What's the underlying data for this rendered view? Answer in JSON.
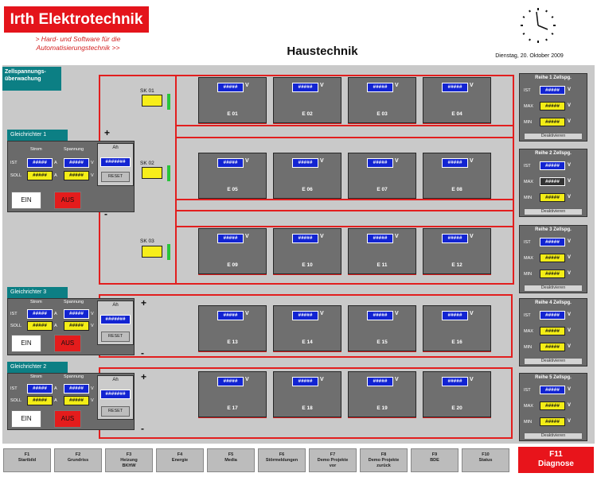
{
  "header": {
    "logo": "Irth Elektrotechnik",
    "tagline_line1": "> Hard- und Software für die",
    "tagline_line2": "Automatisierungstechnik >>",
    "title": "Haustechnik",
    "date": "Dienstag, 20. Oktober 2009"
  },
  "zellspannung_label_line1": "Zellspannungs-",
  "zellspannung_label_line2": "überwachung",
  "placeholder_short": "#####",
  "placeholder_long": "#######",
  "units": [
    {
      "label": "E 01",
      "unit": "V"
    },
    {
      "label": "E 02",
      "unit": "V"
    },
    {
      "label": "E 03",
      "unit": "V"
    },
    {
      "label": "E 04",
      "unit": "V"
    },
    {
      "label": "E 05",
      "unit": "V"
    },
    {
      "label": "E 06",
      "unit": "V"
    },
    {
      "label": "E 07",
      "unit": "V"
    },
    {
      "label": "E 08",
      "unit": "V"
    },
    {
      "label": "E 09",
      "unit": "V"
    },
    {
      "label": "E 10",
      "unit": "V"
    },
    {
      "label": "E 11",
      "unit": "V"
    },
    {
      "label": "E 12",
      "unit": "V"
    },
    {
      "label": "E 13",
      "unit": "V"
    },
    {
      "label": "E 14",
      "unit": "V"
    },
    {
      "label": "E 15",
      "unit": "V"
    },
    {
      "label": "E 16",
      "unit": "V"
    },
    {
      "label": "E 17",
      "unit": "V"
    },
    {
      "label": "E 18",
      "unit": "V"
    },
    {
      "label": "E 19",
      "unit": "V"
    },
    {
      "label": "E 20",
      "unit": "V"
    }
  ],
  "sk": [
    "SK 01",
    "SK 02",
    "SK 03"
  ],
  "gleichrichter": [
    {
      "title": "Gleichrichter 1",
      "strom": "Strom",
      "spannung": "Spannung",
      "ist": "IST",
      "soll": "SOLL",
      "a": "A",
      "v": "V",
      "ah": "Ah",
      "reset": "RESET",
      "ein": "EIN",
      "aus": "AUS"
    },
    {
      "title": "Gleichrichter 3",
      "strom": "Strom",
      "spannung": "Spannung",
      "ist": "IST",
      "soll": "SOLL",
      "a": "A",
      "v": "V",
      "ah": "Ah",
      "reset": "RESET",
      "ein": "EIN",
      "aus": "AUS"
    },
    {
      "title": "Gleichrichter 2",
      "strom": "Strom",
      "spannung": "Spannung",
      "ist": "IST",
      "soll": "SOLL",
      "a": "A",
      "v": "V",
      "ah": "Ah",
      "reset": "RESET",
      "ein": "EIN",
      "aus": "AUS"
    }
  ],
  "plus": "+",
  "minus": "-",
  "reihen": [
    {
      "title": "Reihe 1 Zellspg.",
      "ist": "IST",
      "max": "MAX",
      "min": "MIN",
      "v": "V",
      "button": "Deaktivieren"
    },
    {
      "title": "Reihe 2 Zellspg.",
      "ist": "IST",
      "max": "MAX",
      "min": "MIN",
      "v": "V",
      "button": "Deaktivieren"
    },
    {
      "title": "Reihe 3 Zellspg.",
      "ist": "IST",
      "max": "MAX",
      "min": "MIN",
      "v": "V",
      "button": "Deaktivieren"
    },
    {
      "title": "Reihe 4 Zellspg.",
      "ist": "IST",
      "max": "MAX",
      "min": "MIN",
      "v": "V",
      "button": "Deaktivieren"
    },
    {
      "title": "Reihe 5 Zellspg.",
      "ist": "IST",
      "max": "MAX",
      "min": "MIN",
      "v": "V",
      "button": "Deaktivieren"
    }
  ],
  "footer": {
    "keys": [
      {
        "key": "F1",
        "label": "Startbild",
        "label2": ""
      },
      {
        "key": "F2",
        "label": "Grundriss",
        "label2": ""
      },
      {
        "key": "F3",
        "label": "Heizung",
        "label2": "BKHW"
      },
      {
        "key": "F4",
        "label": "Energie",
        "label2": ""
      },
      {
        "key": "F5",
        "label": "Media",
        "label2": ""
      },
      {
        "key": "F6",
        "label": "Störmeldungen",
        "label2": ""
      },
      {
        "key": "F7",
        "label": "Demo Projekte",
        "label2": "vor"
      },
      {
        "key": "F8",
        "label": "Demo Projekte",
        "label2": "zurück"
      },
      {
        "key": "F9",
        "label": "BDE",
        "label2": ""
      },
      {
        "key": "F10",
        "label": "Status",
        "label2": ""
      }
    ],
    "f11_key": "F11",
    "f11_label": "Diagnose"
  },
  "colors": {
    "brand_red": "#e4141b",
    "panel_gray": "#c9c9c9",
    "teal": "#0c7f84",
    "display_blue": "#1224d2",
    "display_yellow": "#f3ed16",
    "wire_red": "#e21e1e"
  }
}
